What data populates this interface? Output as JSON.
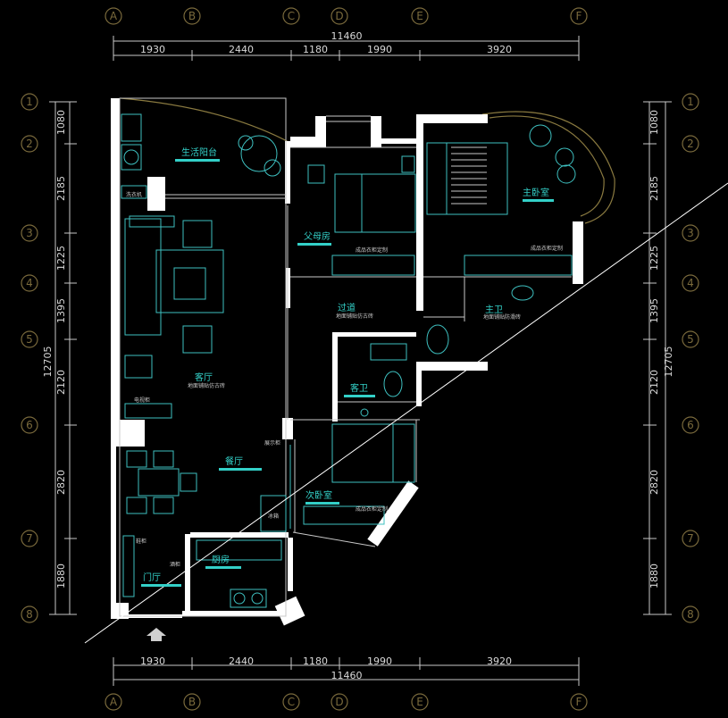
{
  "axes": {
    "columns": [
      "A",
      "B",
      "C",
      "D",
      "E",
      "F"
    ],
    "rows": [
      "1",
      "2",
      "3",
      "4",
      "5",
      "6",
      "7",
      "8"
    ]
  },
  "dimensions": {
    "top": [
      "1930",
      "2440",
      "1180",
      "1990",
      "3920"
    ],
    "top_total": "11460",
    "bottom": [
      "1930",
      "2440",
      "1180",
      "1990",
      "3920"
    ],
    "bottom_total": "11460",
    "left": [
      "1080",
      "2185",
      "1225",
      "1395",
      "2120",
      "2820",
      "1880"
    ],
    "left_total": "12705",
    "right": [
      "1080",
      "2185",
      "1225",
      "1395",
      "2120",
      "2820",
      "1880"
    ],
    "right_total": "12705"
  },
  "rooms": {
    "balcony": "生活阳台",
    "parents": "父母房",
    "master": "主卧室",
    "hall": "过道",
    "master_bath": "主卫",
    "living": "客厅",
    "guest_bath": "客卫",
    "dining": "餐厅",
    "second_bed": "次卧室",
    "kitchen": "厨房",
    "foyer": "门厅"
  },
  "notes": {
    "wardrobe1": "成品衣柜定制",
    "wardrobe2": "成品衣柜定制",
    "wardrobe3": "成品衣柜定制",
    "hall_note": "地面铺贴仿古砖",
    "bath_note": "地面铺贴防滑砖",
    "living_note": "地面铺贴仿古砖",
    "washer": "洗衣机",
    "tv_cabinet": "电视柜",
    "shoe_cabinet": "鞋柜",
    "fridge": "冰箱",
    "display": "展示柜",
    "wine": "酒柜"
  },
  "colors": {
    "background": "#000000",
    "wall": "#ffffff",
    "furniture": "#3ec0c0",
    "room_label": "#33d0c8",
    "axis": "#7a6a3c",
    "dimension": "#d8d8d8"
  }
}
